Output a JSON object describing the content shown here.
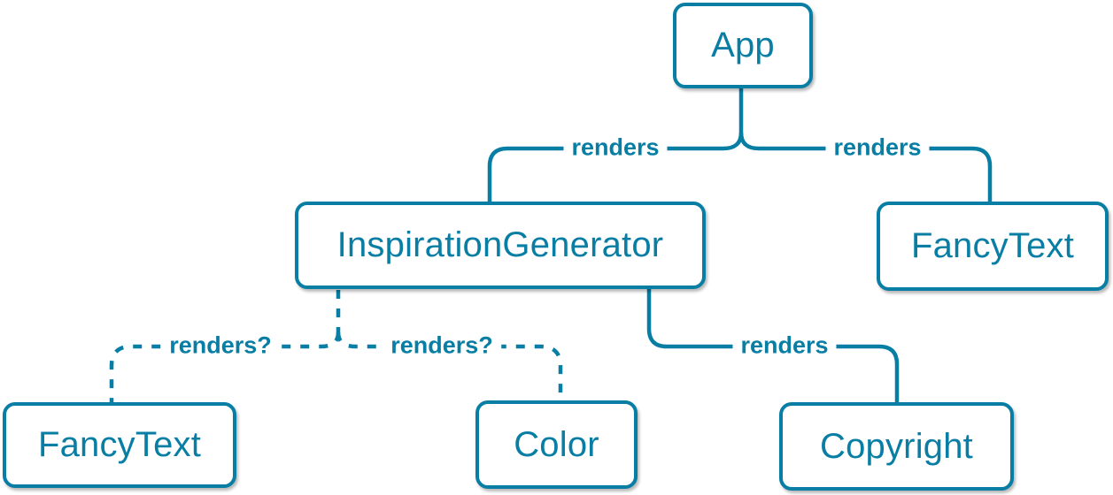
{
  "colors": {
    "accent": "#087ea4",
    "node_fill": "#ffffff",
    "canvas_bg": "#ffffff"
  },
  "diagram": {
    "type": "component-render-tree",
    "nodes": [
      {
        "id": "app",
        "label": "App"
      },
      {
        "id": "inspiration-generator",
        "label": "InspirationGenerator"
      },
      {
        "id": "fancy-text-top",
        "label": "FancyText"
      },
      {
        "id": "fancy-text-bottom",
        "label": "FancyText"
      },
      {
        "id": "color",
        "label": "Color"
      },
      {
        "id": "copyright",
        "label": "Copyright"
      }
    ],
    "edges": [
      {
        "from": "App",
        "to": "InspirationGenerator",
        "label": "renders",
        "style": "solid"
      },
      {
        "from": "App",
        "to": "FancyText",
        "label": "renders",
        "style": "solid"
      },
      {
        "from": "InspirationGenerator",
        "to": "FancyText",
        "label": "renders?",
        "style": "dashed"
      },
      {
        "from": "InspirationGenerator",
        "to": "Color",
        "label": "renders?",
        "style": "dashed"
      },
      {
        "from": "InspirationGenerator",
        "to": "Copyright",
        "label": "renders",
        "style": "solid"
      }
    ]
  }
}
